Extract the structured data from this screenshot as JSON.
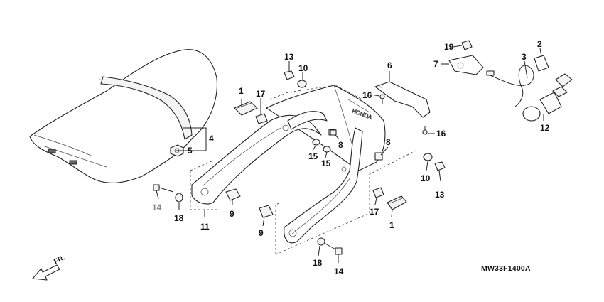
{
  "diagram_code": "MW33F1400A",
  "direction_label": "FR.",
  "callouts": {
    "c1a": "1",
    "c17a": "17",
    "c13a": "13",
    "c10a": "10",
    "c6": "6",
    "c16a": "16",
    "c16b": "16",
    "c19": "19",
    "c7": "7",
    "c3": "3",
    "c2": "2",
    "c12": "12",
    "c4": "4",
    "c5": "5",
    "c15a": "15",
    "c15b": "15",
    "c8a": "8",
    "c8b": "8",
    "c10b": "10",
    "c13b": "13",
    "c14a": "14",
    "c18a": "18",
    "c9a": "9",
    "c11": "11",
    "c17b": "17",
    "c1b": "1",
    "c9b": "9",
    "c18b": "18",
    "c14b": "14"
  },
  "colors": {
    "line": "#222222",
    "callout_grey": "#888888"
  }
}
